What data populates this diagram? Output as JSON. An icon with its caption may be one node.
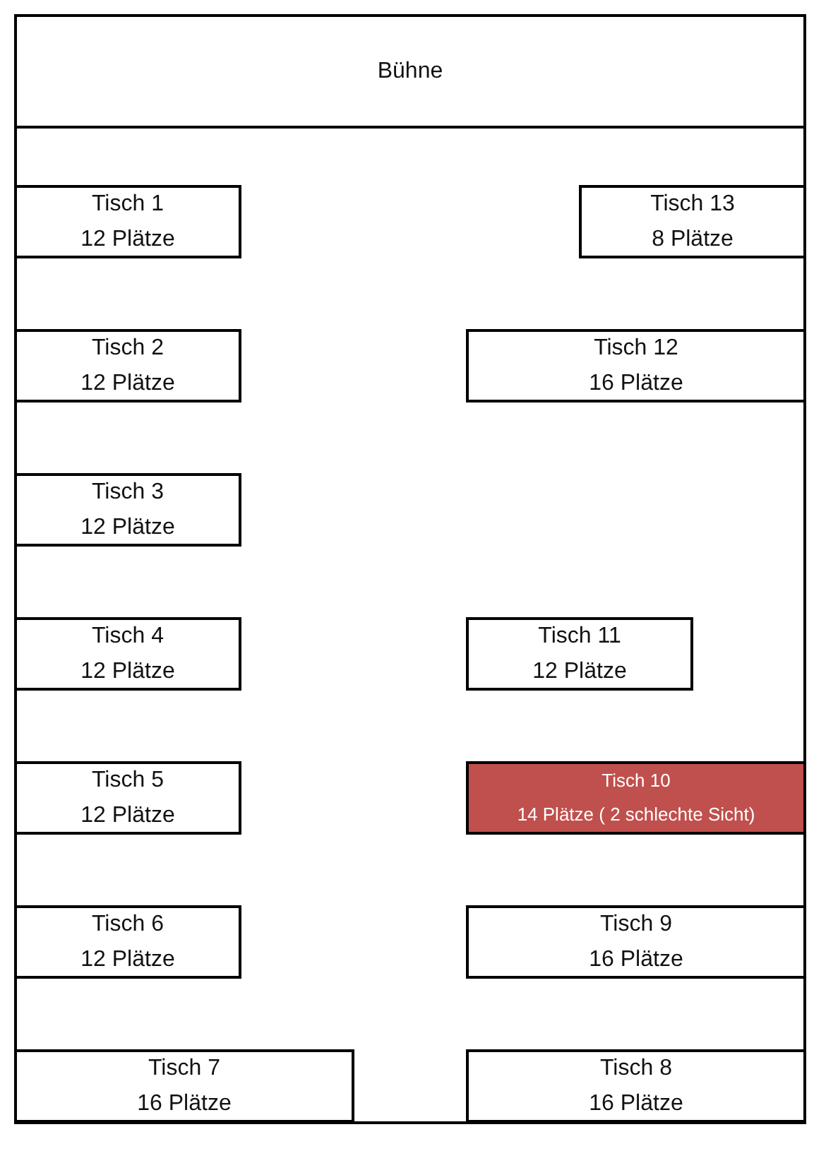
{
  "diagram": {
    "nodes": [
      {
        "text": [],
        "shape": "box"
      },
      {
        "text": [
          "Bühne"
        ],
        "in": 0
      },
      {
        "text": [
          "Tisch 1",
          "12 Plätze"
        ],
        "in": 0
      },
      {
        "text": [
          "Tisch 13",
          "8 Plätze"
        ],
        "in": 0
      },
      {
        "text": [
          "Tisch 2",
          "12 Plätze"
        ],
        "in": 0
      },
      {
        "text": [
          "Tisch 12",
          "16 Plätze"
        ],
        "in": 0
      },
      {
        "text": [
          "Tisch 3",
          "12 Plätze"
        ],
        "in": 0
      },
      {
        "text": [
          "Tisch 4",
          "12 Plätze"
        ],
        "in": 0
      },
      {
        "text": [
          "Tisch 11",
          "12 Plätze"
        ],
        "in": 0
      },
      {
        "text": [
          "Tisch 5",
          "12 Plätze"
        ],
        "in": 0
      },
      {
        "text": [
          "Tisch 10",
          "14 Plätze ( 2 schlechte Sicht)"
        ],
        "in": 0
      },
      {
        "text": [
          "Tisch 6",
          "12 Plätze"
        ],
        "in": 0
      },
      {
        "text": [
          "Tisch 9",
          "16 Plätze"
        ],
        "in": 0
      },
      {
        "text": [
          "Tisch 7",
          "16 Plätze"
        ],
        "in": 0
      },
      {
        "text": [
          "Tisch 8",
          "16 Plätze"
        ],
        "in": 0
      }
    ]
  }
}
